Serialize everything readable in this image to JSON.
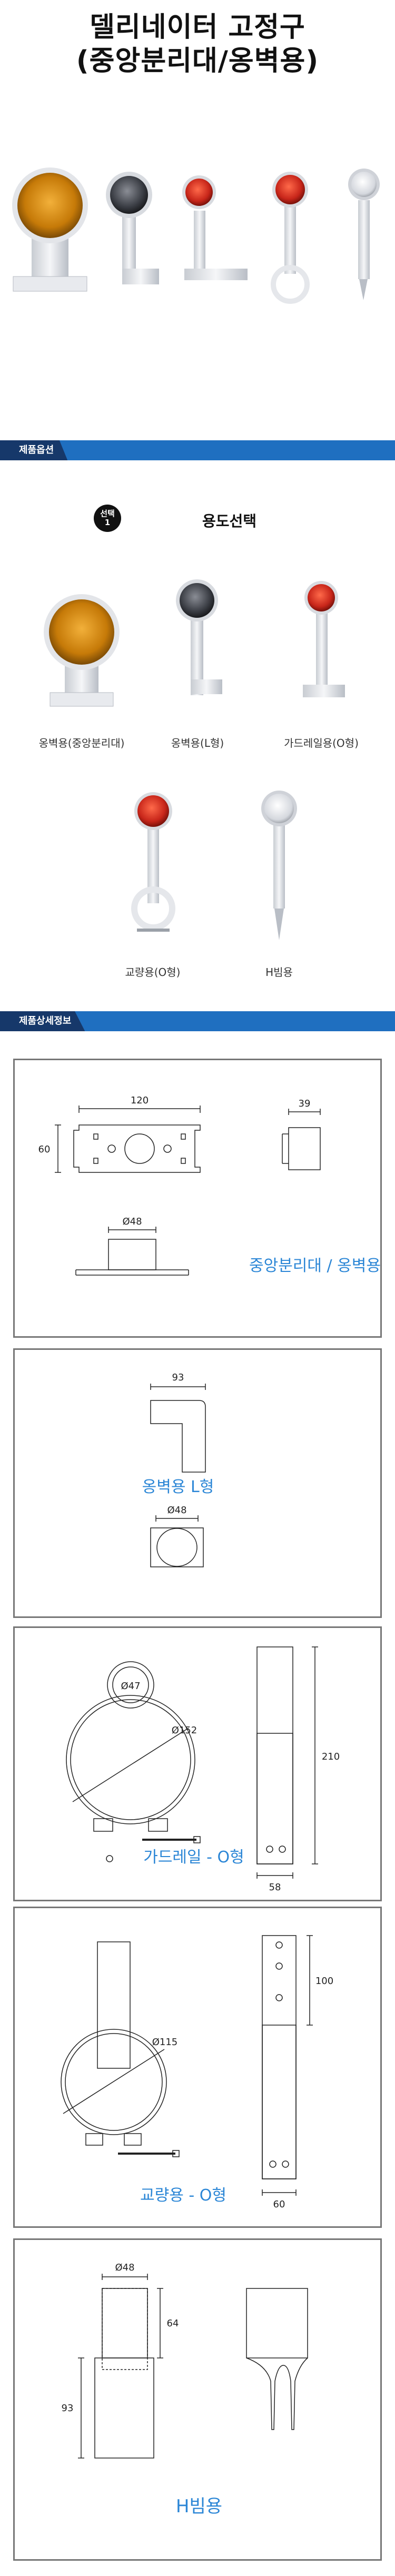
{
  "header": {
    "title_line1": "델리네이터 고정구",
    "title_line2": "(중앙분리대/옹벽용)"
  },
  "sections": {
    "options_label": "제품옵션",
    "details_label": "제품상세정보"
  },
  "options": {
    "badge_line1": "선택",
    "badge_line2": "1",
    "heading": "용도선택",
    "items": [
      {
        "label": "옹벽용(중앙분리대)"
      },
      {
        "label": "옹벽용(L형)"
      },
      {
        "label": "가드레일용(O형)"
      },
      {
        "label": "교량용(O형)"
      },
      {
        "label": "H빔용"
      }
    ]
  },
  "specs": {
    "panel1": {
      "dims": {
        "w": "120",
        "h": "60",
        "side": "39",
        "d": "Ø48"
      },
      "label": "중앙분리대 / 옹벽용"
    },
    "panel2": {
      "dims": {
        "w": "93",
        "d": "Ø48"
      },
      "label": "옹벽용 L형"
    },
    "panel3": {
      "dims": {
        "top": "Ø47",
        "ring": "Ø152",
        "h": "210",
        "w": "58"
      },
      "label": "가드레일 - O형"
    },
    "panel4": {
      "dims": {
        "ring": "Ø115",
        "h": "100",
        "w": "60"
      },
      "label": "교량용 - O형"
    },
    "panel5": {
      "dims": {
        "d": "Ø48",
        "top": "64",
        "h": "93"
      },
      "label": "H빔용"
    }
  },
  "colors": {
    "accent": "#1f6fc0",
    "accent_dark": "#16386a",
    "label_blue": "#2b86d6",
    "amber": "#d88a10",
    "red": "#c8261a",
    "dark": "#3a3d44"
  }
}
